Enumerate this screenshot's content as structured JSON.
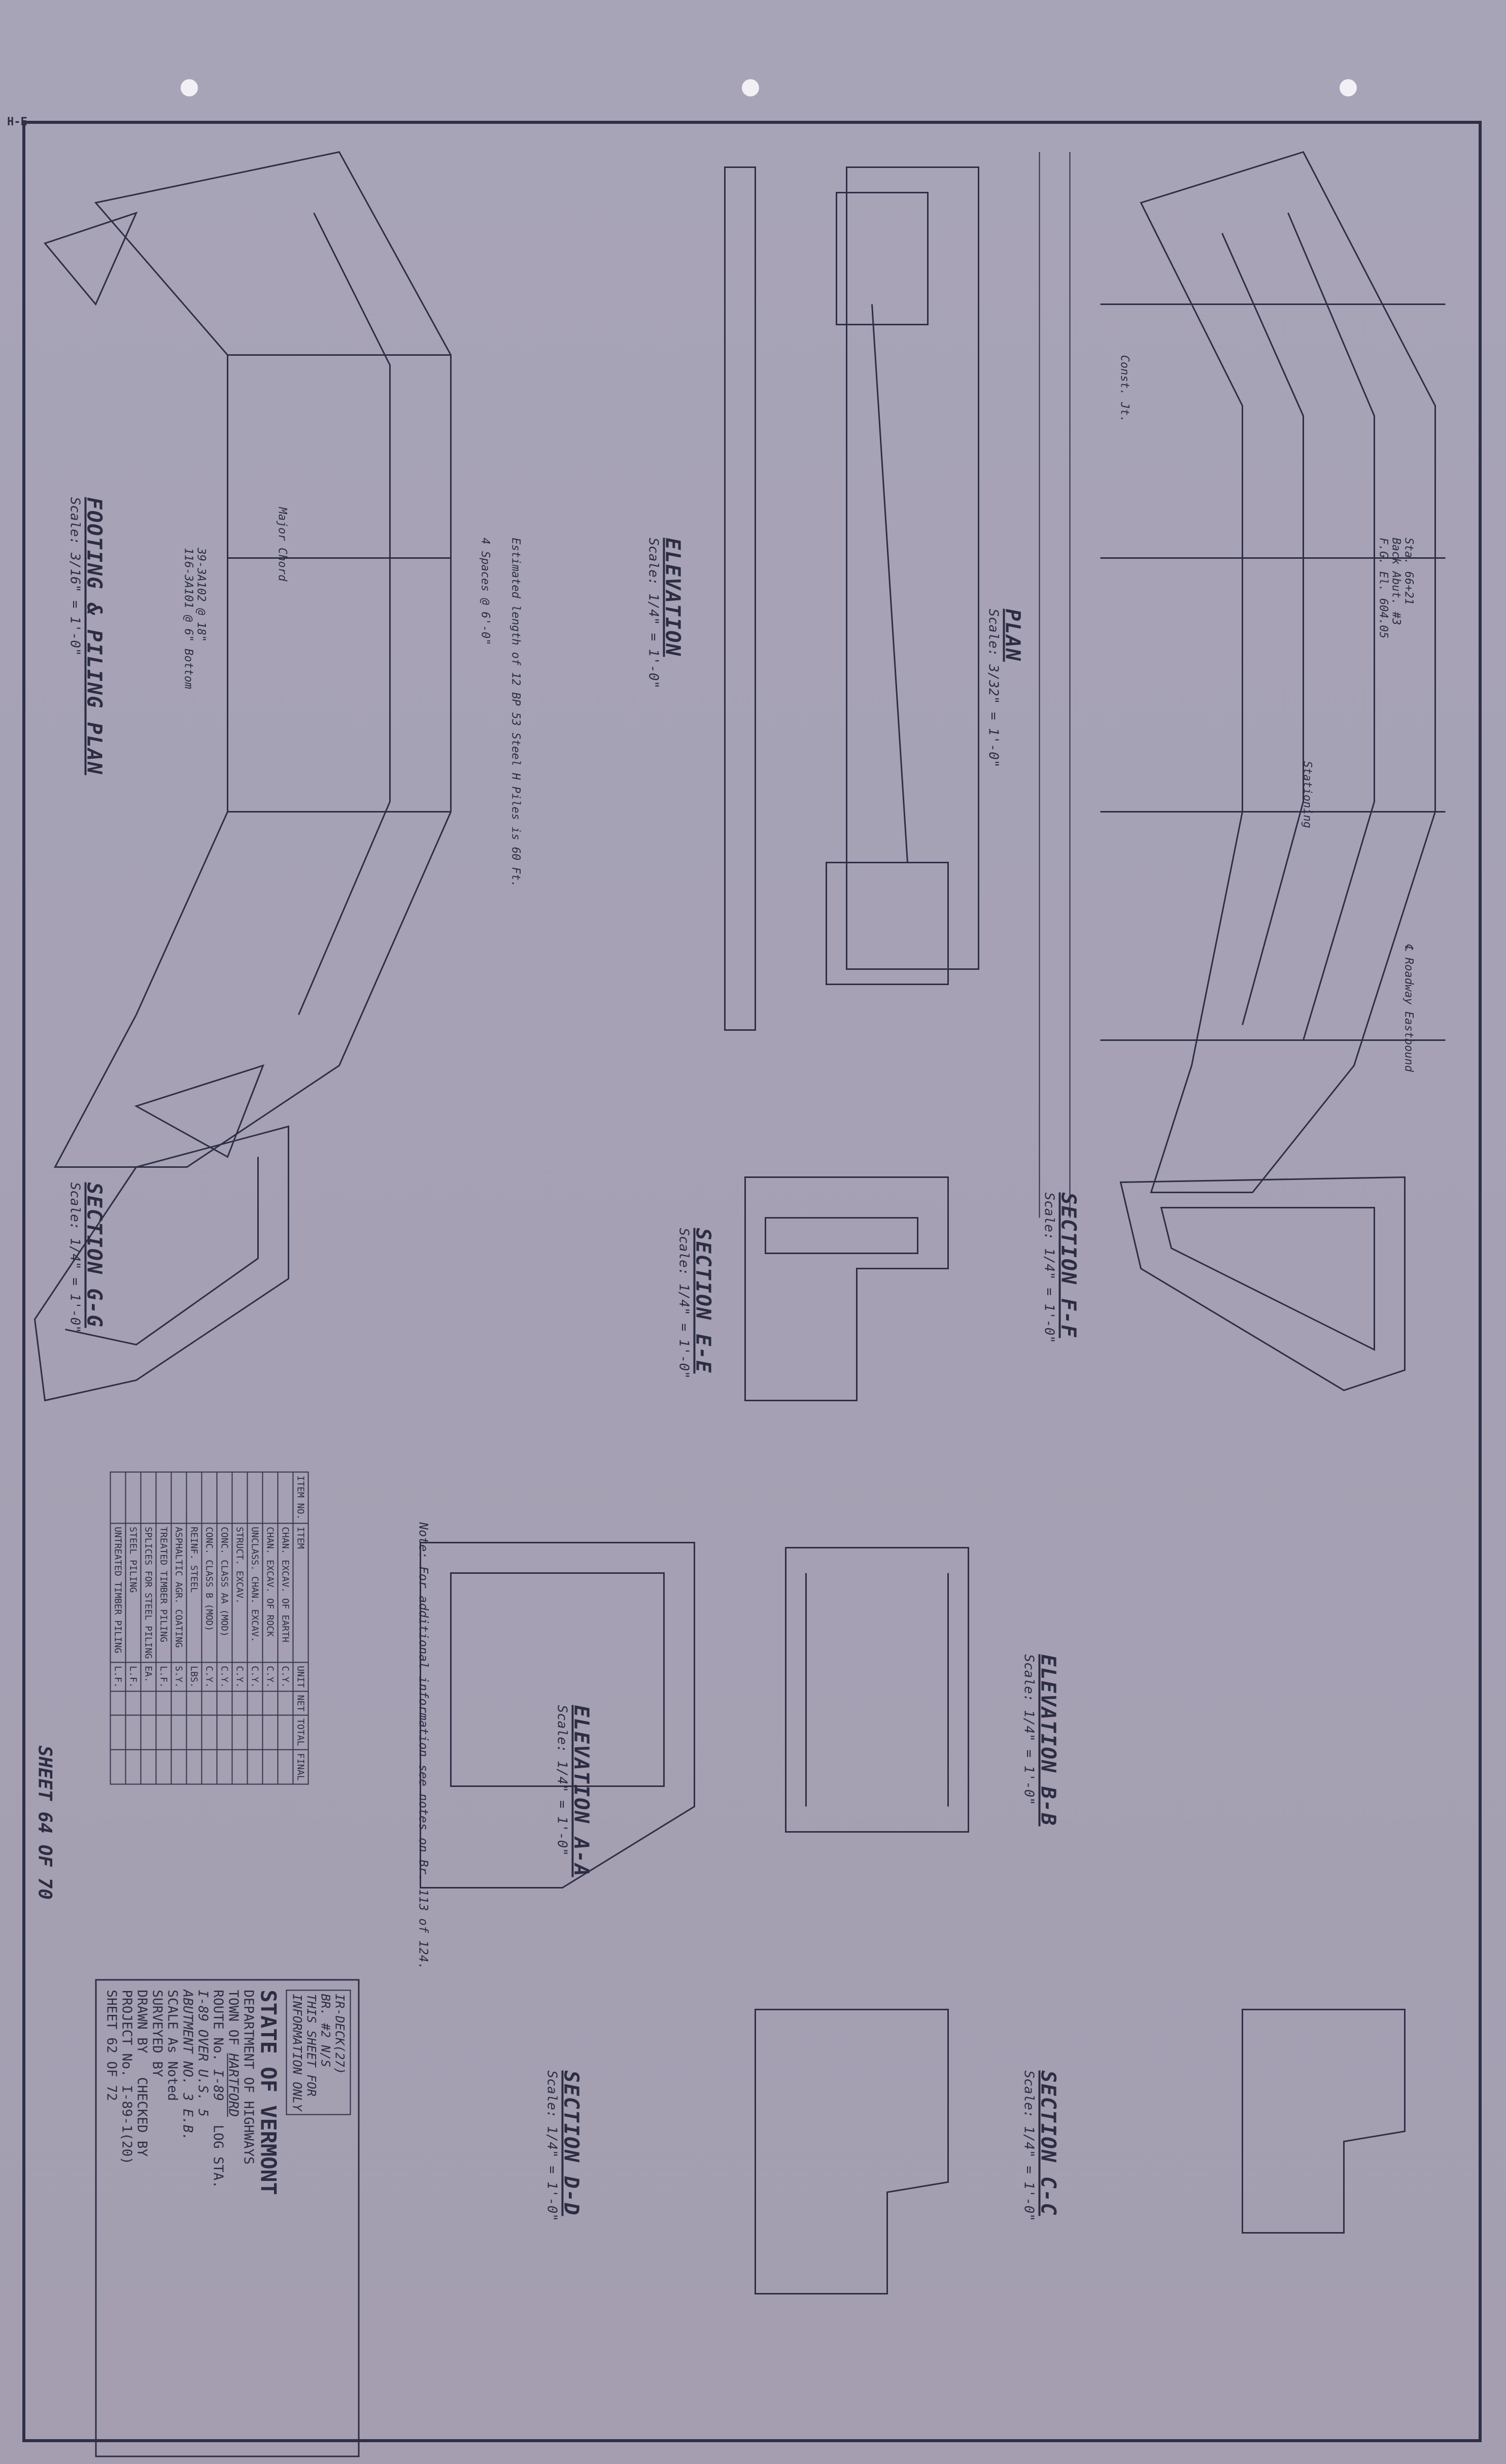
{
  "sheet": {
    "sheet_number": "SHEET 64 OF 70",
    "hr_mark": "H-E"
  },
  "views": [
    {
      "key": "plan",
      "title": "PLAN",
      "scale": "Scale: 3/32\" = 1'-0\""
    },
    {
      "key": "elevation",
      "title": "ELEVATION",
      "scale": "Scale: 1/4\" = 1'-0\""
    },
    {
      "key": "footing",
      "title": "FOOTING & PILING PLAN",
      "scale": "Scale: 3/16\" = 1'-0\""
    },
    {
      "key": "section_ff",
      "title": "SECTION F-F",
      "scale": "Scale: 1/4\" = 1'-0\""
    },
    {
      "key": "section_ee",
      "title": "SECTION E-E",
      "scale": "Scale: 1/4\" = 1'-0\""
    },
    {
      "key": "section_gg",
      "title": "SECTION G-G",
      "scale": "Scale: 1/4\" = 1'-0\""
    },
    {
      "key": "elevation_bb",
      "title": "ELEVATION B-B",
      "scale": "Scale: 1/4\" = 1'-0\""
    },
    {
      "key": "elevation_aa",
      "title": "ELEVATION A-A",
      "scale": "Scale: 1/4\" = 1'-0\""
    },
    {
      "key": "section_cc",
      "title": "SECTION C-C",
      "scale": "Scale: 1/4\" = 1'-0\""
    },
    {
      "key": "section_dd",
      "title": "SECTION D-D",
      "scale": "Scale: 1/4\" = 1'-0\""
    }
  ],
  "annotations": {
    "station": "Sta. 66+21",
    "back_abut": "Back Abut. #3",
    "fg_el": "F.G. El. 604.05",
    "stationing": "Stationing",
    "roadway": "℄ Roadway Eastbound",
    "const_jt": "Const. Jt.",
    "major_chord": "Major Chord",
    "pile_note": "Estimated length of 12 BP 53 Steel H Piles is 60 Ft.",
    "spaces": "4 Spaces @ 6'-0\"",
    "footing_bars_1": "39-3A102 @ 18\"",
    "footing_bars_2": "116-3A101 @ 6\" Bottom",
    "note": "Note: For additional information see notes on Br. 113 of 124."
  },
  "quantities": {
    "headers": [
      "ITEM NO.",
      "ITEM",
      "UNIT",
      "NET",
      "TOTAL",
      "FINAL"
    ],
    "rows": [
      [
        "",
        "CHAN. EXCAV. OF EARTH",
        "C.Y."
      ],
      [
        "",
        "CHAN. EXCAV. OF ROCK",
        "C.Y."
      ],
      [
        "",
        "UNCLASS. CHAN. EXCAV.",
        "C.Y."
      ],
      [
        "",
        "STRUCT. EXCAV.",
        "C.Y."
      ],
      [
        "",
        "CONC. CLASS AA (MOD)",
        "C.Y."
      ],
      [
        "",
        "CONC. CLASS B (MOD)",
        "C.Y."
      ],
      [
        "",
        "REINF. STEEL",
        "LBS."
      ],
      [
        "",
        "ASPHALTIC AGR. COATING",
        "S.Y."
      ],
      [
        "",
        "TREATED TIMBER PILING",
        "L.F."
      ],
      [
        "",
        "SPLICES FOR STEEL PILING",
        "EA."
      ],
      [
        "",
        "STEEL PILING",
        "L.F."
      ],
      [
        "",
        "UNTREATED TIMBER PILING",
        "L.F."
      ]
    ]
  },
  "title_block": {
    "state": "STATE OF VERMONT",
    "dept": "DEPARTMENT OF HIGHWAYS",
    "stamp": [
      "IR-DECK(27)",
      "BR. #2 N/S",
      "THIS SHEET FOR",
      "INFORMATION ONLY"
    ],
    "town_label": "TOWN OF",
    "town": "HARTFORD",
    "route_label": "ROUTE No.",
    "route": "I-89",
    "log_sta": "LOG STA.",
    "description_1": "I-89 OVER U.S. 5",
    "description_2": "ABUTMENT NO. 3 E.B.",
    "scale": "SCALE As Noted",
    "surveyed": "SURVEYED BY",
    "drawn": "DRAWN BY",
    "checked": "CHECKED BY",
    "project": "PROJECT No. I-89-1(20)",
    "sheet": "SHEET 62 OF 72"
  }
}
